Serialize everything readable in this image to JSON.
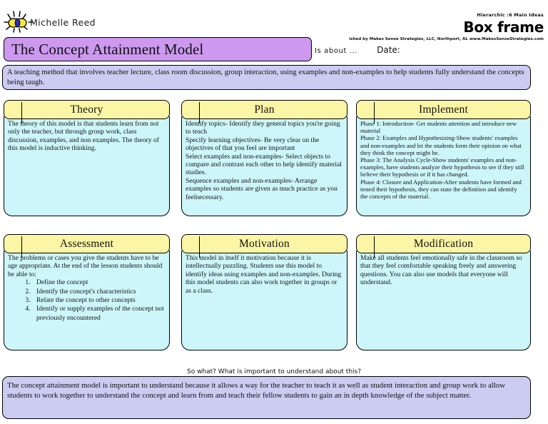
{
  "header": {
    "author": "Michelle Reed",
    "logo_icon": "sun-eye-logo",
    "brand_kind": "Hierarchic :6 Main Ideas",
    "brand_title": "Box frame",
    "brand_publisher": "ished by Makes Sense Strategies, LLC, Northport, AL   www.MakesSenseStrategies.com",
    "is_about_label": "Is about ...",
    "date_label": "Date:",
    "title": "The Concept Attainment Model"
  },
  "about": {
    "text": "A teaching method that involves teacher lecture, class room discussion, group interaction, using examples and non-examples to help students fully understand the concepts being taugh."
  },
  "boxes": [
    {
      "title": "Theory",
      "body": "The theory of this model is that students learn from not only the teacher, but through group work, class discussion, examples, and non examples.  The theory of this model is inductive thinking.",
      "dense": false
    },
    {
      "title": "Plan",
      "body": "Identify topics- Identify they general  topics you're going to teach\nSpecify learning objectives- Be very clear on the objectives of that you feel are important\n Select examples and non-examples- Select objects to compare and contrast each other to help identify material studies.\n Sequence examples and non-examples-  Arrange examples so students are given as much practice as you feelnecessary.",
      "dense": false
    },
    {
      "title": "Implement",
      "body": "Phase 1: Introduction- Get students attention and introduce new material\nPhase 2: Examples and Hypothesizing-Show students' examples and non-examples and let the students form their opinion on what they think the concept might be.\nPhase 3: The Analysis Cycle-Show students' examples and non-examples, have students analyze their hypothesis to see if they still believe their hypothesis or if it has changed.\nPhase 4: Closure and Application-After students have formed and tested their hypothesis, they can state the definition and identify the concepts of the material.",
      "dense": true
    },
    {
      "title": "Assessment",
      "body": "The problems or cases you give the students have to be age appropriate.  At the end of the lesson students should be able to:",
      "list": [
        "Define the concept",
        "Identify the concept's characteristics",
        "Relate the concept to other concepts",
        "Identify or supply examples of the concept not previously encountered"
      ],
      "dense": false
    },
    {
      "title": "Motivation",
      "body": "This model in itself it motivation because it is intellectually puzzling.  Students use this model to identify ideas using examples and non-examples.  During this model students can also work together in groups or as a class.",
      "dense": false
    },
    {
      "title": "Modification",
      "body": "Make all students feel emotionally safe in the classroom so that they feel comfortable speaking freely and answering questions.  You can also use models that everyone will understand.",
      "dense": false
    }
  ],
  "sowhat": {
    "caption": "So what? What is important to understand about this?",
    "text": "The concept attainment model is important to understand because it allows a way for the teacher to teach it as well as student interaction and group work to allow students to work together to understand the concept and learn from and teach their fellow students to gain an in depth knowledge of the subject matter."
  },
  "colors": {
    "title_plate": "#cc99ef",
    "about_bar": "#ccccf2",
    "box_header": "#fbf6a6",
    "box_body": "#cdf6fa",
    "sowhat_bar": "#ccccf2"
  }
}
